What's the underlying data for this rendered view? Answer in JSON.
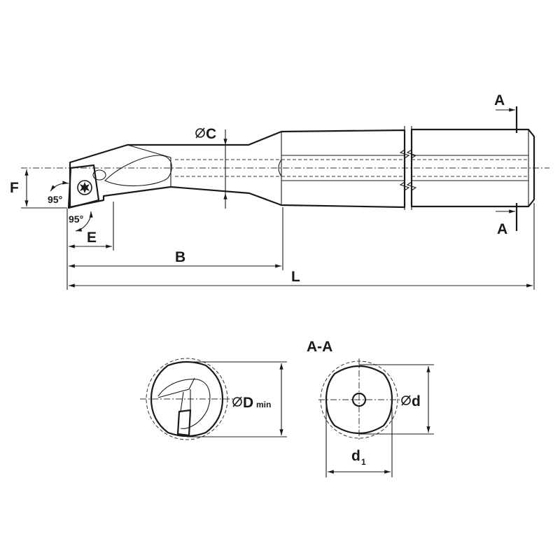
{
  "colors": {
    "body_fill": "#d9d9d9",
    "body_fill_light": "#e6e6e6",
    "insert_yellow": "#ffe800",
    "line": "#1a1a1a",
    "section_hatch": "#999999"
  },
  "icons": {
    "insert_screw": "torx-screw-icon"
  },
  "side_view": {
    "angle_top": "95°",
    "angle_bottom": "95°",
    "dim_F": "F",
    "dim_C": "C",
    "dim_E": "E",
    "dim_B": "B",
    "dim_L": "L",
    "section_mark_top": "A",
    "section_mark_bottom": "A"
  },
  "front_view": {
    "dim_D": "D",
    "dim_D_sub": "min"
  },
  "section_view": {
    "title": "A-A",
    "dim_d": "d",
    "dim_d1": "d",
    "dim_d1_sub": "1"
  }
}
